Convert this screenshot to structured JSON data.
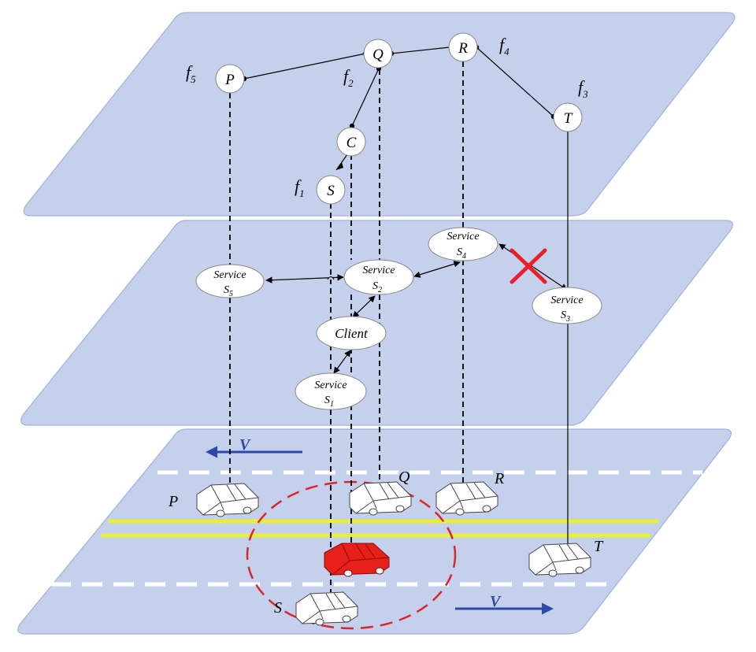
{
  "top_layer": {
    "nodes": [
      {
        "id": "P",
        "label": "P",
        "func": "f",
        "func_sub": "5"
      },
      {
        "id": "Q",
        "label": "Q",
        "func": "f",
        "func_sub": "2"
      },
      {
        "id": "R",
        "label": "R",
        "func": "f",
        "func_sub": "4"
      },
      {
        "id": "T",
        "label": "T",
        "func": "f",
        "func_sub": "3"
      },
      {
        "id": "C",
        "label": "C"
      },
      {
        "id": "S",
        "label": "S",
        "func": "f",
        "func_sub": "1"
      }
    ]
  },
  "middle_layer": {
    "services": [
      {
        "id": "S5",
        "word": "Service",
        "sym": "S",
        "sub": "5"
      },
      {
        "id": "S2",
        "word": "Service",
        "sym": "S",
        "sub": "2"
      },
      {
        "id": "S4",
        "word": "Service",
        "sym": "S",
        "sub": "4"
      },
      {
        "id": "S3",
        "word": "Service",
        "sym": "S",
        "sub": "3"
      },
      {
        "id": "S1",
        "word": "Service",
        "sym": "S",
        "sub": "1"
      }
    ],
    "client_label": "Client",
    "broken_link_color": "#e8202a"
  },
  "road_layer": {
    "velocity_left": "V",
    "velocity_right": "V",
    "vehicles": [
      {
        "id": "P",
        "label": "P"
      },
      {
        "id": "Q",
        "label": "Q"
      },
      {
        "id": "R",
        "label": "R"
      },
      {
        "id": "T",
        "label": "T"
      },
      {
        "id": "S",
        "label": "S"
      }
    ],
    "client_vehicle_color": "#e8201c",
    "range_circle_color": "#d9262c",
    "center_line_color": "#e8ef3a",
    "velocity_arrow_color": "#2d4aa8"
  },
  "colors": {
    "plane_fill": "#c5d1ec",
    "plane_stroke": "#9fb2d9"
  }
}
